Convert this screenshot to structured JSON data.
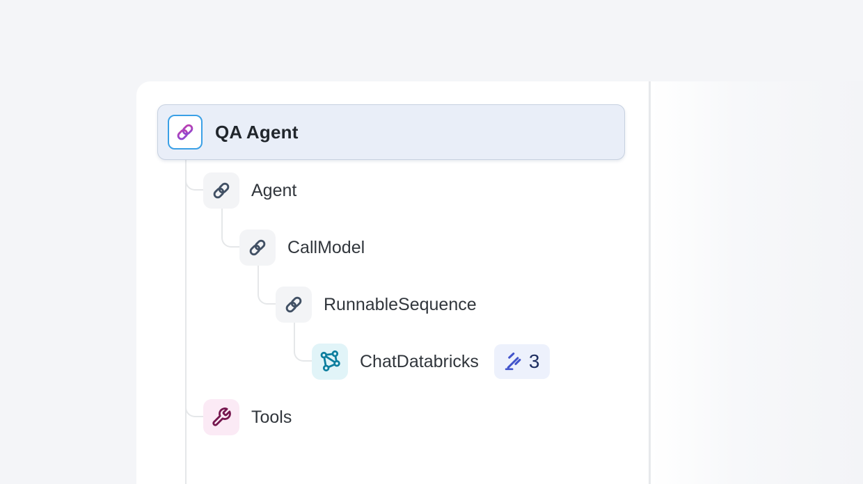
{
  "tree": {
    "root": {
      "label": "QA Agent",
      "icon": "chain-icon",
      "selected": true
    },
    "rows": [
      {
        "label": "Agent",
        "icon": "chain-icon"
      },
      {
        "label": "CallModel",
        "icon": "chain-icon"
      },
      {
        "label": "RunnableSequence",
        "icon": "chain-icon"
      },
      {
        "label": "ChatDatabricks",
        "icon": "model-icon",
        "badge": {
          "icon": "gavel-icon",
          "count": "3"
        }
      },
      {
        "label": "Tools",
        "icon": "wrench-icon"
      }
    ]
  },
  "colors": {
    "page_bg": "#f4f5f8",
    "panel_bg": "#ffffff",
    "selected_row_bg": "#e9eef8",
    "selected_row_border": "#c7d1e0",
    "selected_icon_border": "#3aa0e6",
    "chain_gradient_start": "#8a49d4",
    "chain_gradient_end": "#c03fae",
    "chain_gray": "#415064",
    "model_teal": "#0d7e9e",
    "model_bg": "#e1f4f8",
    "wrench_plum": "#75164e",
    "wrench_bg": "#fbeaf5",
    "badge_bg": "#edf1fc",
    "badge_icon": "#4153cb",
    "badge_text": "#1d2d5f",
    "connector": "#e5e7e9"
  }
}
